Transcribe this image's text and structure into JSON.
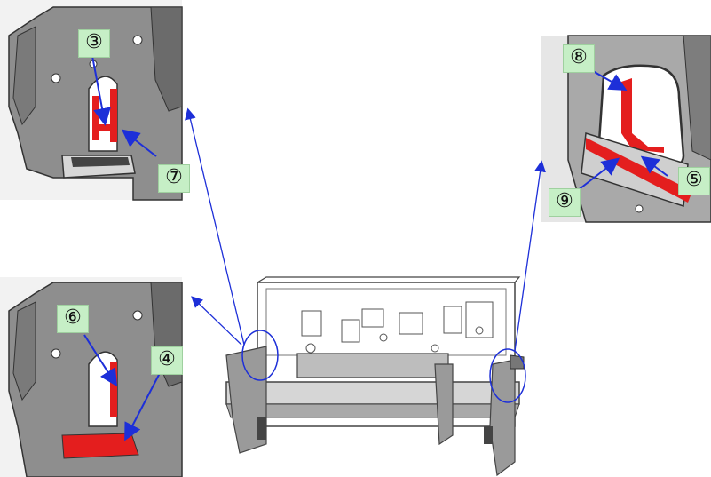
{
  "callouts": {
    "c3": "③",
    "c7": "⑦",
    "c6": "⑥",
    "c4": "④",
    "c8": "⑧",
    "c5": "⑤",
    "c9": "⑨"
  },
  "colors": {
    "highlight": "#e41e1e",
    "arrow": "#1d2fd8",
    "callout_bg": "#c6efc6",
    "metal": "#8e8e8e",
    "metal_dark": "#6b6b6b"
  }
}
